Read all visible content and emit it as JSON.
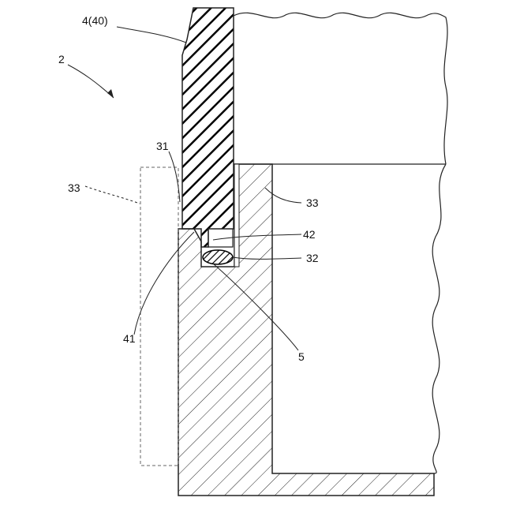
{
  "figure": {
    "assembly_ref": "2",
    "labels": {
      "panel": "4(40)",
      "slot_wall": "31",
      "frame_dashed": "33",
      "frame_body": "33",
      "lip": "42",
      "seal": "32",
      "tip": "41",
      "gap": "5"
    }
  }
}
